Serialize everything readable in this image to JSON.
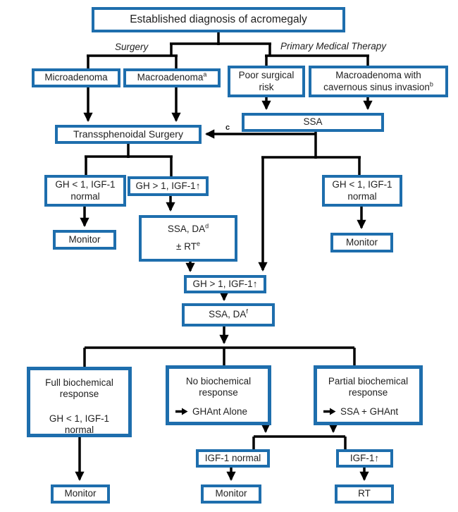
{
  "colors": {
    "box_border": "#1e6ead",
    "connector": "#000000",
    "text": "#1f1f1f",
    "background": "#ffffff"
  },
  "labels": {
    "surgery": "Surgery",
    "primary_medical_therapy": "Primary Medical Therapy",
    "connector_c": "c"
  },
  "icons": {
    "right_arrow": "right-arrow-icon"
  },
  "nodes": {
    "diagnosis": {
      "label": "Established diagnosis of acromegaly"
    },
    "microadenoma": {
      "label": "Microadenoma"
    },
    "macroadenoma": {
      "label": "Macroadenoma",
      "sup": "a"
    },
    "poor_surgical_risk": {
      "lines": [
        "Poor surgical",
        "risk"
      ]
    },
    "macroadenoma_cavernous": {
      "lines": [
        "Macroadenoma with",
        "cavernous sinus invasion"
      ],
      "sup": "b"
    },
    "ssa": {
      "label": "SSA"
    },
    "transsphenoidal_surgery": {
      "label": "Transsphenoidal Surgery"
    },
    "gh_low_post_surgery": {
      "lines": [
        "GH < 1, IGF-1",
        "normal"
      ]
    },
    "gh_high_post_surgery": {
      "label": "GH > 1, IGF-1↑"
    },
    "monitor_post_surgery": {
      "label": "Monitor"
    },
    "ssa_da_rt": {
      "line1": "SSA, DA",
      "line1_sup": "d",
      "line2": "± RT",
      "line2_sup": "e"
    },
    "gh_low_post_ssa": {
      "lines": [
        "GH < 1, IGF-1",
        "normal"
      ]
    },
    "monitor_post_ssa": {
      "label": "Monitor"
    },
    "gh_high_combined": {
      "label": "GH > 1, IGF-1↑"
    },
    "ssa_da_f": {
      "label": "SSA, DA",
      "sup": "f"
    },
    "full_response": {
      "lines": [
        "Full biochemical",
        "response"
      ],
      "lines2": [
        "GH < 1, IGF-1",
        "normal"
      ]
    },
    "no_response": {
      "lines": [
        "No biochemical",
        "response"
      ],
      "action": "GHAnt Alone"
    },
    "partial_response": {
      "lines": [
        "Partial biochemical",
        "response"
      ],
      "action": "SSA + GHAnt"
    },
    "igf_normal": {
      "label": "IGF-1 normal"
    },
    "igf_high": {
      "label": "IGF-1↑"
    },
    "monitor_full_response": {
      "label": "Monitor"
    },
    "monitor_igf_normal": {
      "label": "Monitor"
    },
    "rt": {
      "label": "RT"
    }
  }
}
